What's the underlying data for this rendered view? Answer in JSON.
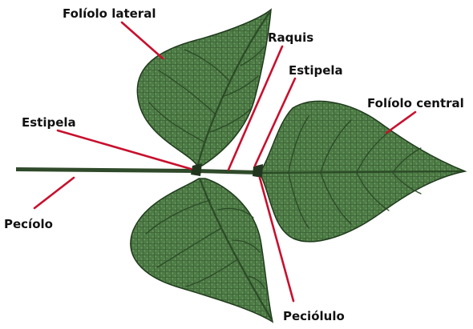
{
  "labels": {
    "lateral_leaflet": "Folíolo lateral",
    "rachis": "Raquis",
    "stipel_right": "Estipela",
    "central_leaflet": "Folíolo central",
    "stipel_left": "Estipela",
    "petiole": "Pecíolo",
    "petiolule": "Peciólulo"
  },
  "colors": {
    "leaf_fill": "#4f7d47",
    "leaf_dark": "#2b4a26",
    "leader_line": "#c8102e",
    "label_text": "#111111"
  }
}
